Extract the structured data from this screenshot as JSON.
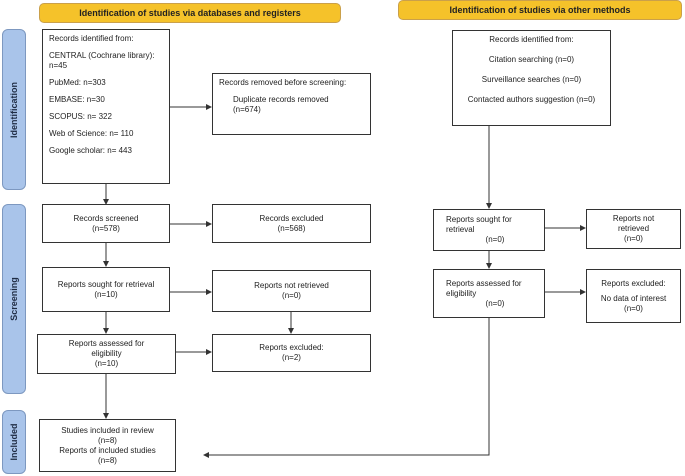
{
  "headers": {
    "databases": "Identification of studies via databases and registers",
    "other": "Identification of studies via other methods"
  },
  "stages": {
    "identification": "Identification",
    "screening": "Screening",
    "included": "Included"
  },
  "left": {
    "identified": {
      "title": "Records identified from:",
      "items": [
        "CENTRAL (Cochrane library): n=45",
        "PubMed: n=303",
        "EMBASE: n=30",
        "SCOPUS: n= 322",
        "Web of Science: n= 110",
        "Google scholar: n= 443"
      ]
    },
    "removed": {
      "title": "Records removed before screening:",
      "line1": "Duplicate records removed",
      "line2": "(n=674)"
    },
    "screened": {
      "line1": "Records screened",
      "line2": "(n=578)"
    },
    "excluded": {
      "line1": "Records excluded",
      "line2": "(n=568)"
    },
    "sought": {
      "line1": "Reports sought for retrieval",
      "line2": "(n=10)"
    },
    "not_retrieved": {
      "line1": "Reports not retrieved",
      "line2": "(n=0)"
    },
    "assessed": {
      "line1": "Reports assessed for",
      "line2": "eligibility",
      "line3": "(n=10)"
    },
    "reports_excluded": {
      "line1": "Reports excluded:",
      "line2": "(n=2)"
    },
    "included": {
      "line1": "Studies included in review",
      "line2": "(n=8)",
      "line3": "Reports of included studies",
      "line4": "(n=8)"
    }
  },
  "right": {
    "identified": {
      "title": "Records identified from:",
      "items": [
        "Citation searching (n=0)",
        "Surveillance searches (n=0)",
        "Contacted authors suggestion (n=0)"
      ]
    },
    "sought": {
      "line1": "Reports sought for",
      "line2": "retrieval",
      "line3": "(n=0)"
    },
    "not_retrieved": {
      "line1": "Reports not",
      "line2": "retrieved",
      "line3": "(n=0)"
    },
    "assessed": {
      "line1": "Reports assessed for",
      "line2": "eligibility",
      "line3": "(n=0)"
    },
    "excluded": {
      "line1": "Reports excluded:",
      "line2": "No data of interest",
      "line3": "(n=0)"
    }
  }
}
